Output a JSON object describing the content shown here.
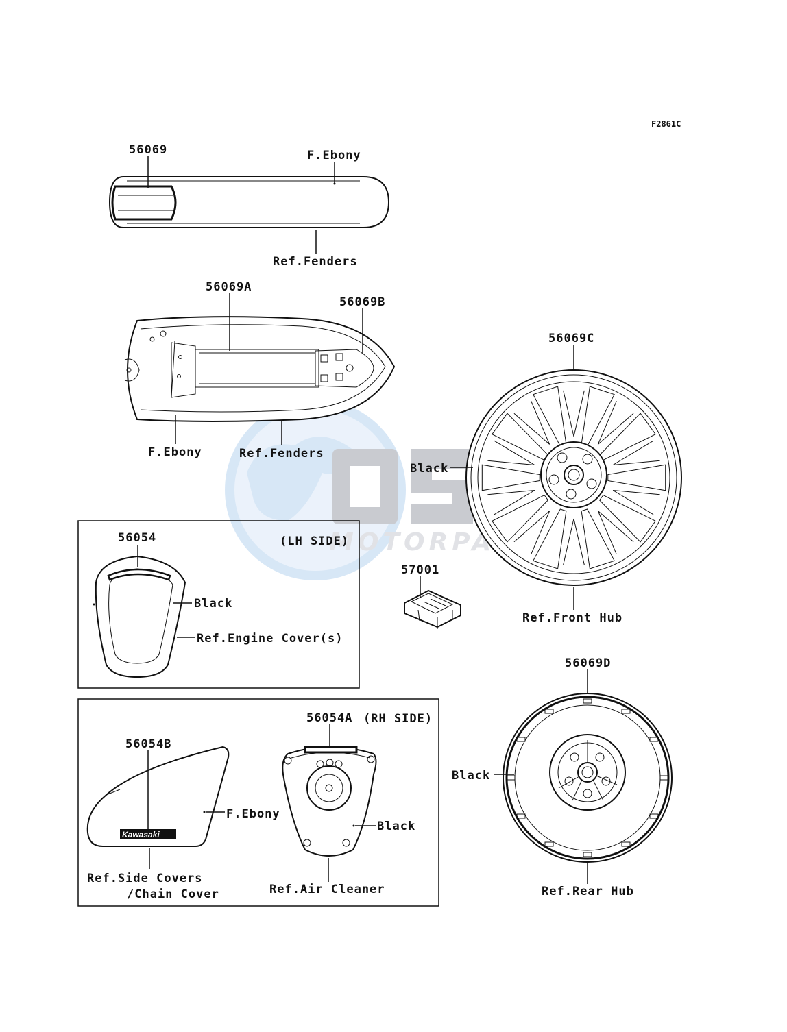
{
  "figure_code": "F2861C",
  "watermark": {
    "brand": "OSM",
    "subtitle": "MOTORPARTS"
  },
  "parts": {
    "front_fender_emblem": {
      "part_no": "56069",
      "color_label": "F.Ebony",
      "ref_label": "Ref.Fenders"
    },
    "rear_fender": {
      "part_no_a": "56069A",
      "part_no_b": "56069B",
      "color_label": "F.Ebony",
      "ref_label": "Ref.Fenders"
    },
    "front_wheel": {
      "part_no": "56069C",
      "color_label": "Black",
      "ref_label": "Ref.Front Hub"
    },
    "lh_side_group": {
      "side_label": "(LH SIDE)",
      "part_no": "56054",
      "color_label": "Black",
      "ref_label": "Ref.Engine Cover(s)"
    },
    "clip": {
      "part_no": "57001"
    },
    "rear_wheel": {
      "part_no": "56069D",
      "color_label": "Black",
      "ref_label": "Ref.Rear Hub"
    },
    "rh_side_group": {
      "side_label": "(RH SIDE)",
      "side_cover": {
        "part_no": "56054B",
        "color_label": "F.Ebony",
        "ref_label_line1": "Ref.Side Covers",
        "ref_label_line2": "/Chain Cover",
        "logo_text": "Kawasaki"
      },
      "air_cleaner": {
        "part_no": "56054A",
        "color_label": "Black",
        "ref_label": "Ref.Air Cleaner"
      }
    }
  }
}
